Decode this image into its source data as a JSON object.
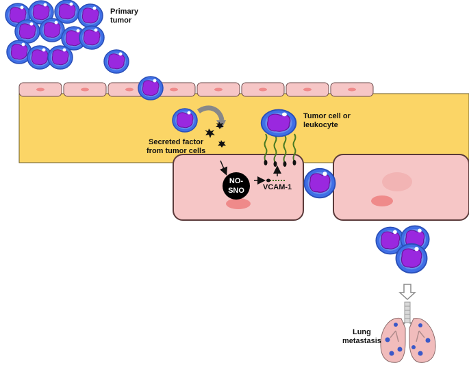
{
  "labels": {
    "primary_tumor": [
      "Primary",
      "tumor"
    ],
    "tumor_or_leukocyte": [
      "Tumor cell or",
      "leukocyte"
    ],
    "secreted_factor": [
      "Secreted factor",
      "from tumor cells"
    ],
    "no_sno": [
      "NO-",
      "SNO"
    ],
    "vcam": "VCAM-1",
    "lung_metastasis": [
      "Lung",
      "metastasis"
    ]
  },
  "colors": {
    "cell_membrane": "#4a77e8",
    "cell_nucleus": "#9b2de0",
    "endothelial_cell": "#f6c6c6",
    "interstitium": "#fbd566",
    "no_sno_node": "#000000"
  },
  "icons": [
    "tumor-cell-icon",
    "endothelial-cell-icon",
    "lung-icon",
    "arrow-icon",
    "secreted-factor-icon",
    "vcam-receptor-icon"
  ]
}
